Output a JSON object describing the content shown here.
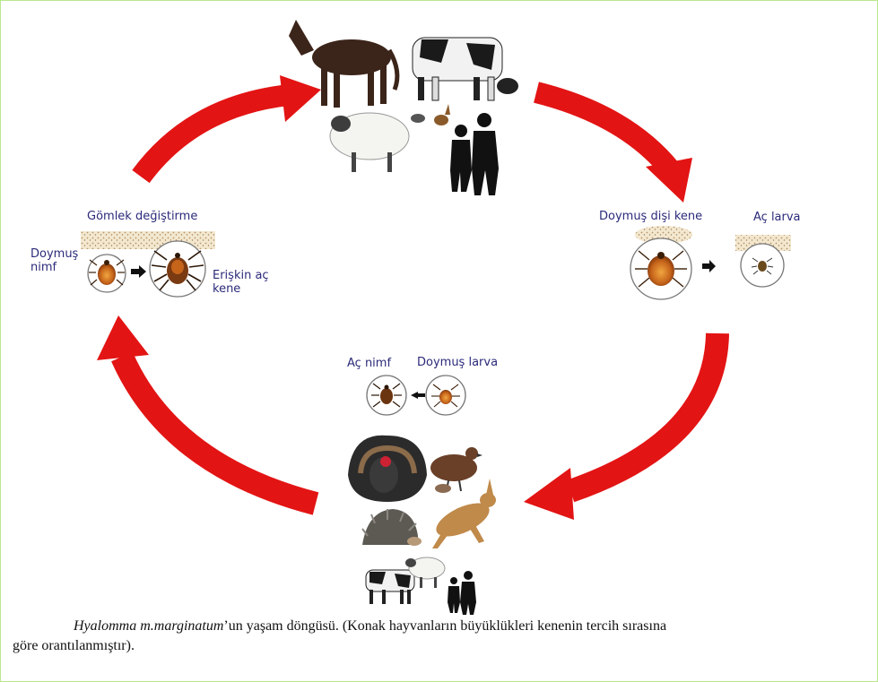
{
  "labels": {
    "molting": "Gömlek değiştirme",
    "engorged_nymph": "Doymuş\nnimf",
    "unfed_adult": "Erişkin aç\nkene",
    "engorged_female": "Doymuş dişi kene",
    "hungry_larva": "Aç larva",
    "unfed_nymph": "Aç nimf",
    "engorged_larva": "Doymuş larva"
  },
  "caption": {
    "species": "Hyalomma m.marginatum",
    "line1_rest": "’un yaşam döngüsü. (Konak hayvanların büyüklükleri kenenin tercih sırasına",
    "line2": "göre orantılanmıştır)."
  },
  "hosts": {
    "large": [
      "horse",
      "cow",
      "sheep",
      "rabbit",
      "humans"
    ],
    "small": [
      "turkey",
      "partridge",
      "mouse",
      "hedgehog",
      "hare",
      "cow",
      "sheep",
      "humans"
    ]
  },
  "colors": {
    "arrow": "#e31414",
    "label": "#2b2a7a",
    "frame": "#b9e88e"
  }
}
